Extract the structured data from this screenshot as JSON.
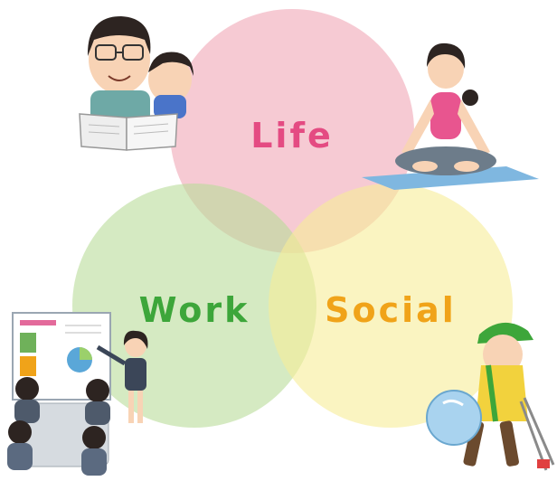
{
  "diagram": {
    "type": "venn",
    "circles": [
      {
        "id": "life",
        "label": "Life",
        "fill": "#ee9fae",
        "label_color": "#e44b82"
      },
      {
        "id": "work",
        "label": "Work",
        "fill": "#b9dc9a",
        "label_color": "#3da63a"
      },
      {
        "id": "social",
        "label": "Social",
        "fill": "#f6ec97",
        "label_color": "#f0a319"
      }
    ],
    "illustrations": [
      {
        "id": "parent-child-reading",
        "icon": "parent-child-reading-icon",
        "near": "life"
      },
      {
        "id": "yoga-woman",
        "icon": "yoga-icon",
        "near": "life"
      },
      {
        "id": "office-meeting",
        "icon": "meeting-presentation-icon",
        "near": "work"
      },
      {
        "id": "volunteer-cleanup",
        "icon": "volunteer-litter-pickup-icon",
        "near": "social"
      }
    ]
  }
}
